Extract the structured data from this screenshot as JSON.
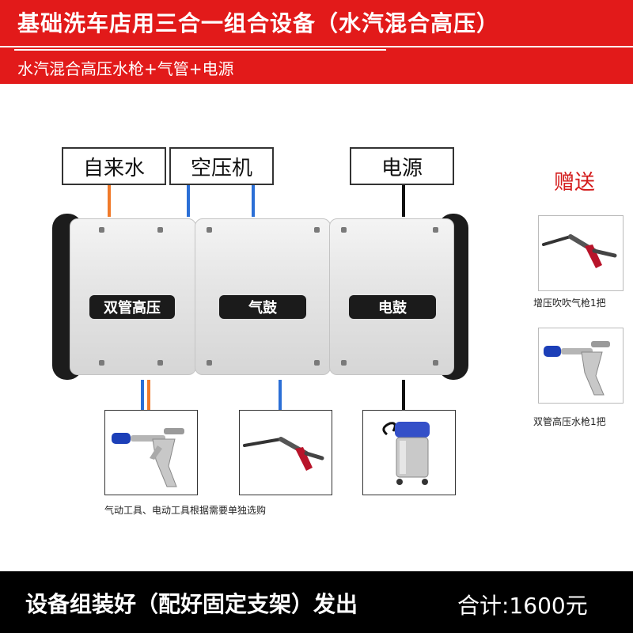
{
  "header": {
    "title": "基础洗车店用三合一组合设备（水汽混合高压）"
  },
  "subheader": {
    "text": "水汽混合高压水枪+气管+电源"
  },
  "inputs": {
    "water": "自来水",
    "compressor": "空压机",
    "power": "电源"
  },
  "modules": {
    "high_pressure": "双管高压",
    "air_drum": "气鼓",
    "power_drum": "电鼓"
  },
  "tools_note": "气动工具、电动工具根据需要单独选购",
  "gift": {
    "title": "赠送",
    "items": [
      {
        "label": "增压吹吹气枪1把",
        "icon": "air-blow-gun"
      },
      {
        "label": "双管高压水枪1把",
        "icon": "pressure-washer-gun"
      }
    ]
  },
  "footer": {
    "left": "设备组装好（配好固定支架）发出",
    "right": "合计:1600元"
  },
  "colors": {
    "brand_red": "#e21a1a",
    "water_pipe": "#f07a2a",
    "air_pipe": "#2b6fd6",
    "power_cable": "#111111",
    "footer_bg": "#000000"
  }
}
